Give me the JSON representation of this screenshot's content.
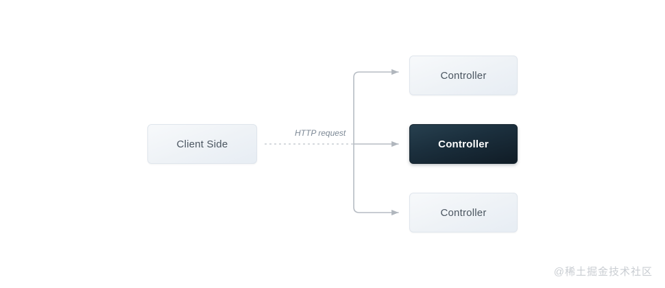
{
  "diagram": {
    "background_color": "#ffffff",
    "nodes": {
      "client": {
        "label": "Client Side"
      },
      "controllers": [
        {
          "label": "Controller",
          "state": "idle"
        },
        {
          "label": "Controller",
          "state": "active"
        },
        {
          "label": "Controller",
          "state": "idle"
        }
      ]
    },
    "edges": {
      "request_label": "HTTP request",
      "stroke_color": "#b6bcc3",
      "dashed_stroke_color": "#c7ccd2"
    },
    "colors": {
      "node_light_fill_start": "#f7f9fb",
      "node_light_fill_end": "#e7edf4",
      "node_light_border": "#dfe5ec",
      "node_light_text": "#4a5560",
      "node_dark_fill_start": "#27404f",
      "node_dark_fill_end": "#101c26",
      "node_dark_text": "#ffffff",
      "label_text": "#7b8794",
      "watermark_text": "#c9cdd2"
    }
  },
  "watermark": {
    "text": "@稀土掘金技术社区"
  }
}
